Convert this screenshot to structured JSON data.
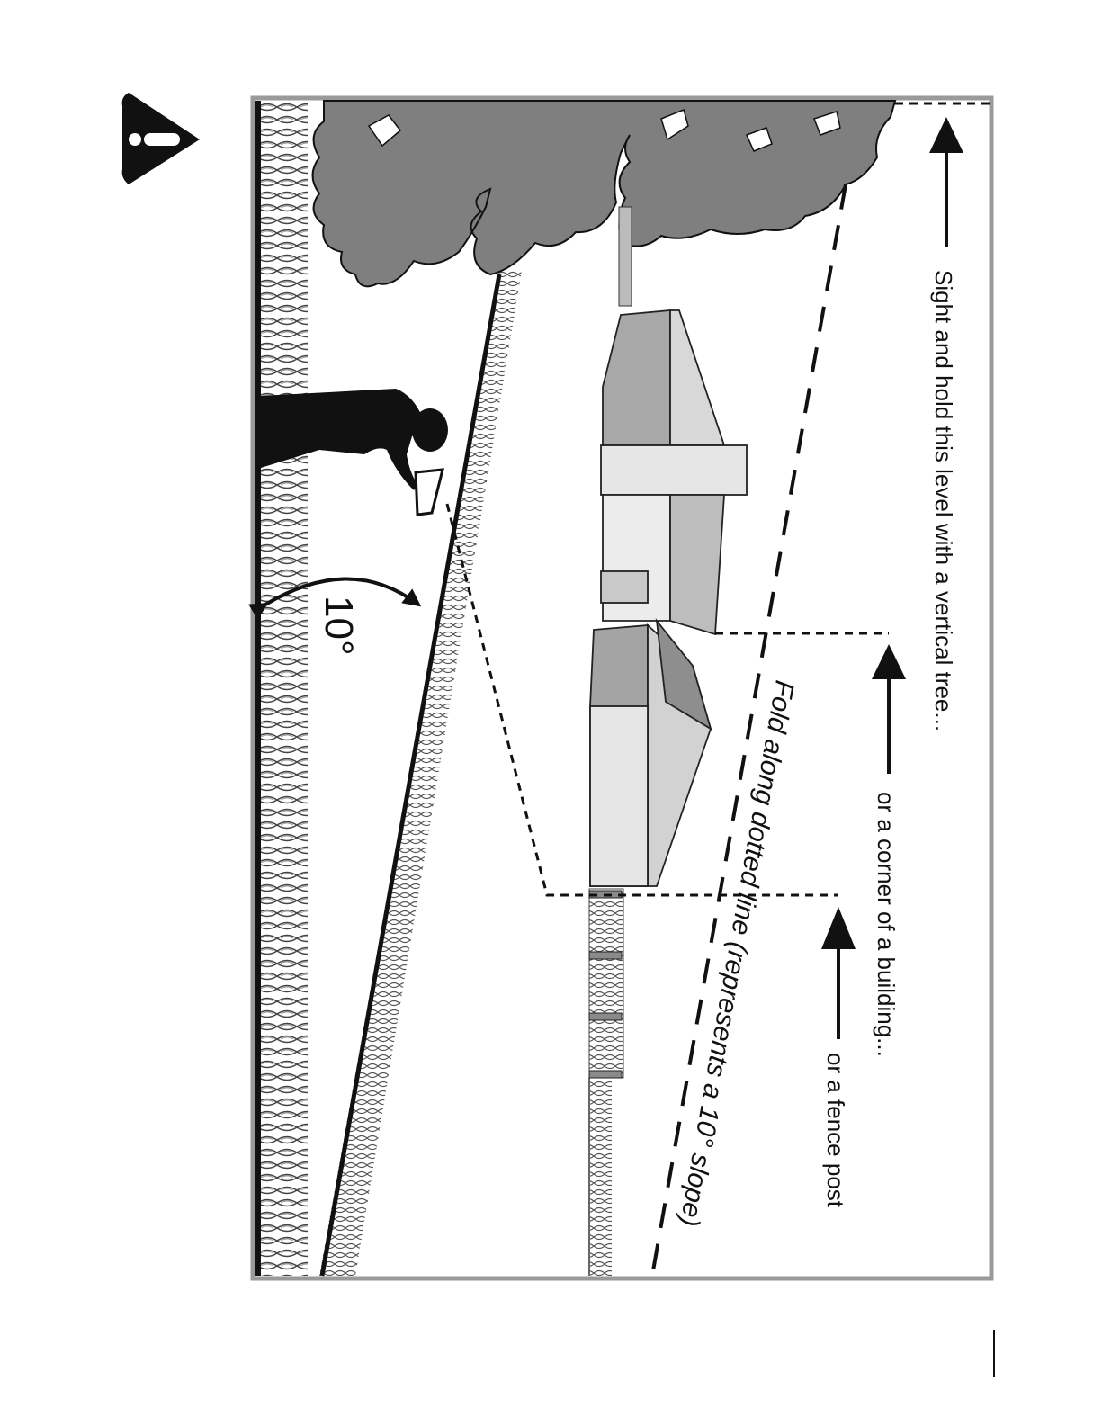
{
  "labels": {
    "tree": "Sight and hold this level with a vertical tree...",
    "building": "or a corner of a building...",
    "fence": "or a fence post",
    "fold": "Fold along dotted line (represents a 10° slope)",
    "angle": "10°"
  },
  "icons": {
    "warning": "warning-icon"
  },
  "colors": {
    "frame": "#9a9a9a",
    "tree": "#7f7f7f",
    "ground": "#111111",
    "roof_light": "#c8c8c8",
    "roof_dark": "#8e8e8e",
    "wall": "#e6e6e6"
  }
}
